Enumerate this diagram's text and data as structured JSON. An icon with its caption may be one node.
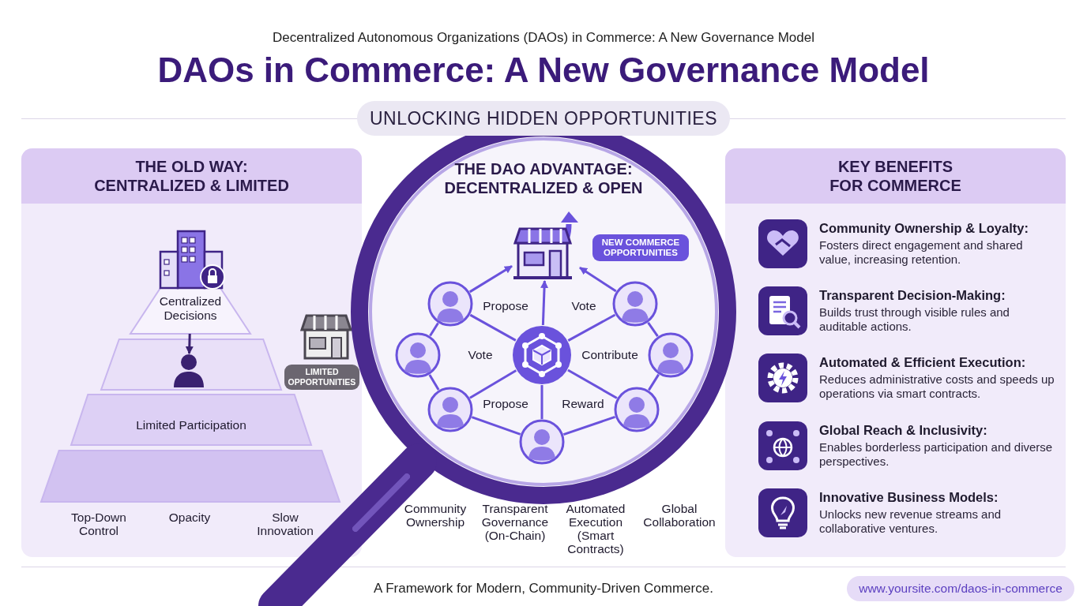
{
  "diagram": {
    "title": "DAOs in Commerce: A New Governance Model",
    "caption": "A Framework for Modern, Community-Driven Commerce.",
    "nodes": [
      {
        "text": [
          "UNLOCKING HIDDEN OPPORTUNITIES"
        ]
      },
      {
        "text": [
          "THE OLD WAY: CENTRALIZED & LIMITED"
        ]
      },
      {
        "text": [
          "Centralized Decisions"
        ],
        "in": 1
      },
      {
        "text": [],
        "shape": "trapezoid",
        "in": 1
      },
      {
        "text": [],
        "shape": "person",
        "in": 3
      },
      {
        "text": [
          "Limited Participation"
        ],
        "in": 1
      },
      {
        "text": [],
        "shape": "trapezoid",
        "in": 1
      },
      {
        "text": [
          "LIMITED OPPORTUNITIES"
        ],
        "in": 1
      },
      {
        "text": [
          "THE DAO ADVANTAGE: DECENTRALIZED & OPEN"
        ]
      },
      {
        "text": [],
        "shape": "picture",
        "in": 8
      },
      {
        "text": [
          "NEW COMMERCE OPPORTUNITIES"
        ],
        "in": 8
      },
      {
        "text": [],
        "shape": "circle",
        "in": 8
      },
      {
        "text": [],
        "shape": "circle",
        "in": 8
      },
      {
        "text": [],
        "shape": "circle",
        "in": 8
      },
      {
        "text": [],
        "shape": "circle",
        "in": 8
      },
      {
        "text": [],
        "shape": "circle",
        "in": 8
      },
      {
        "text": [],
        "shape": "circle",
        "in": 8
      },
      {
        "text": [],
        "shape": "circle",
        "in": 8
      },
      {
        "text": [],
        "shape": "circle",
        "in": 8
      },
      {
        "text": [
          "KEY BENEFITS FOR COMMERCE"
        ]
      },
      {
        "text": [
          "Community Ownership & Loyalty:",
          "Fosters direct engagement and shared value, increasing retention."
        ],
        "in": 19
      },
      {
        "text": [
          "Transparent Decision-Making:",
          "Builds trust through visible rules and auditable actions."
        ],
        "in": 19
      },
      {
        "text": [
          "Automated & Efficient Execution:",
          "Reduces administrative costs and speeds up operations via smart contracts."
        ],
        "in": 19
      },
      {
        "text": [
          "Global Reach & Inclusivity:",
          "Enables borderless participation and diverse perspectives."
        ],
        "in": 19
      },
      {
        "text": [
          "Innovative Business Models:",
          "Unlocks new revenue streams and collaborative ventures."
        ],
        "in": 19
      }
    ],
    "edges": [
      {
        "from": 2,
        "to": 4,
        "arrow": "to",
        "color": "#3a2170"
      },
      {
        "from": 14,
        "to": 9,
        "arrow": "to"
      },
      {
        "from": 11,
        "to": 9,
        "arrow": "to"
      },
      {
        "from": 12,
        "to": 9,
        "arrow": "to"
      },
      {
        "from": 14,
        "to": 11,
        "arrow": "none",
        "label": "Propose"
      },
      {
        "from": 14,
        "to": 12,
        "arrow": "none",
        "label": "Vote"
      },
      {
        "from": 14,
        "to": 16,
        "arrow": "none",
        "label": "Propose"
      },
      {
        "from": 14,
        "to": 17,
        "arrow": "none",
        "label": "Reward"
      },
      {
        "from": 14,
        "to": 18,
        "arrow": "none"
      },
      {
        "from": 11,
        "to": 13,
        "arrow": "none"
      },
      {
        "from": 13,
        "to": 16,
        "arrow": "none"
      },
      {
        "from": 16,
        "to": 18,
        "arrow": "none"
      },
      {
        "from": 18,
        "to": 17,
        "arrow": "none"
      },
      {
        "from": 17,
        "to": 15,
        "arrow": "none"
      },
      {
        "from": 15,
        "to": 12,
        "arrow": "none"
      }
    ],
    "labels": [
      "Decentralized Autonomous Organizations (DAOs) in Commerce: A New Governance Model",
      "Top-Down Control",
      "Opacity",
      "Slow Innovation",
      "Vote",
      "Contribute",
      "Community Ownership",
      "Transparent Governance (On-Chain)",
      "Automated Execution (Smart Contracts)",
      "Global Collaboration",
      "www.yoursite.com/daos-in-commerce"
    ]
  }
}
